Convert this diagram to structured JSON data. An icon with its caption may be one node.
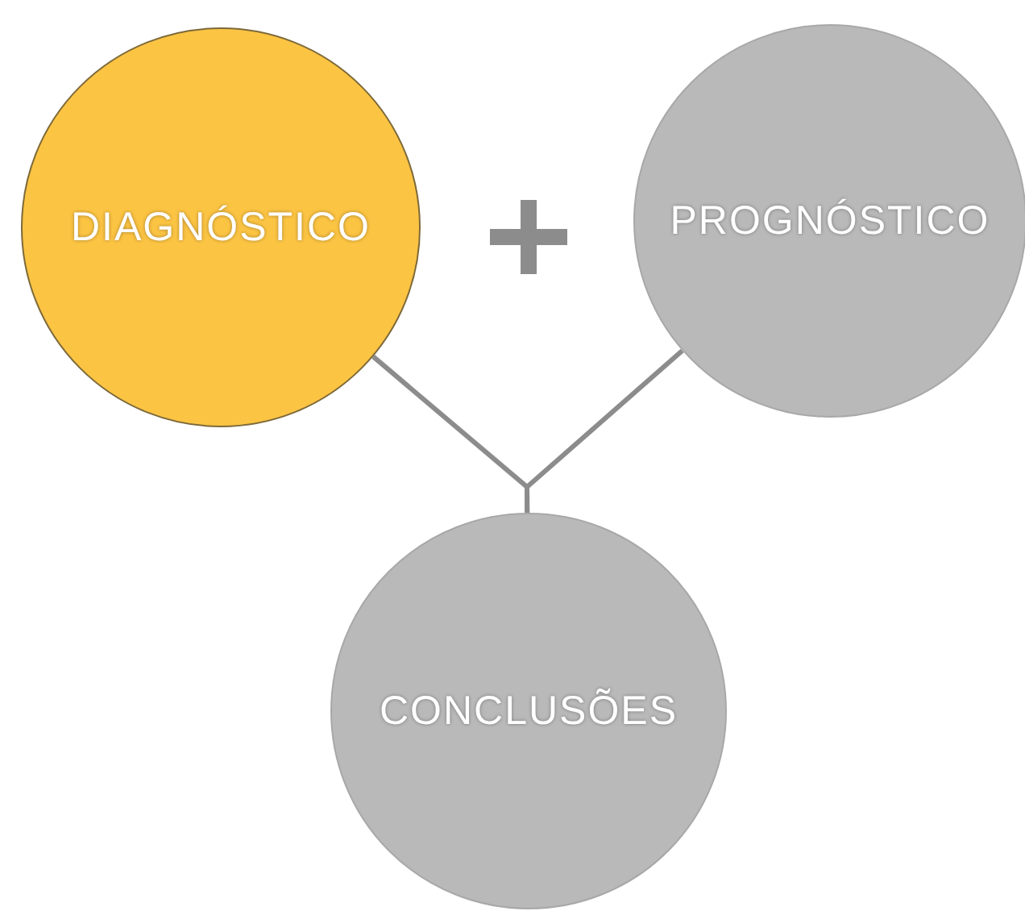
{
  "diagram": {
    "nodes": [
      {
        "text": [
          "DIAGNÓSTICO"
        ]
      },
      {
        "text": [
          "PROGNÓSTICO"
        ]
      },
      {
        "text": [
          "CONCLUSÕES"
        ]
      }
    ],
    "edges": [
      {
        "from": 0,
        "to": 2,
        "arrow": "none"
      },
      {
        "from": 1,
        "to": 2,
        "arrow": "none"
      }
    ]
  }
}
